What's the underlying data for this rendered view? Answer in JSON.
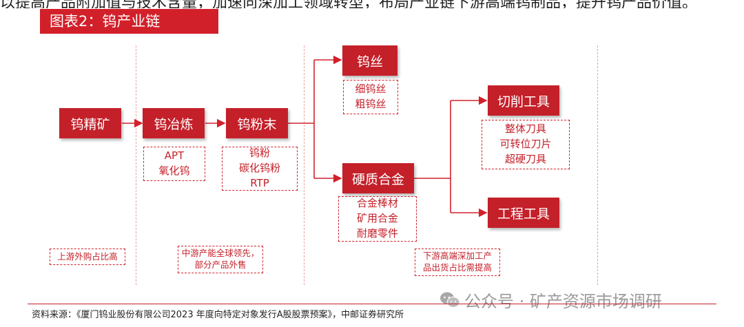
{
  "top_text": "以提高产品附加值与技术含量，加速向深加工领域转型，布局产业链下游高端钨制品，提升钨产品价值。",
  "title": "图表2：钨产业链",
  "nodes": {
    "ore": "钨精矿",
    "smelt": "钨冶炼",
    "powder": "钨粉末",
    "wire": "钨丝",
    "alloy": "硬质合金",
    "cutting": "切削工具",
    "engineering": "工程工具"
  },
  "boxes": {
    "smelt_products": [
      "APT",
      "氧化钨"
    ],
    "powder_products": [
      "钨粉",
      "碳化钨粉",
      "RTP"
    ],
    "wire_products": [
      "细钨丝",
      "粗钨丝"
    ],
    "alloy_products": [
      "合金棒材",
      "矿用合金",
      "耐磨零件"
    ],
    "cutting_products": [
      "整体刀具",
      "可转位刀片",
      "超硬刀具"
    ]
  },
  "notes": {
    "upstream": "上游外购占比高",
    "midstream": [
      "中游产能全球领先，",
      "部分产品外售"
    ],
    "downstream": [
      "下游高端深加工产",
      "品出货占比需提高"
    ]
  },
  "source": "资料来源：《厦门钨业股份有限公司2023 年度向特定对象发行A股股票预案》，中邮证券研究所",
  "watermark": "公众号 · 矿产资源市场调研",
  "colors": {
    "primary": "#c4202a",
    "dash": "#e8a0a0"
  }
}
